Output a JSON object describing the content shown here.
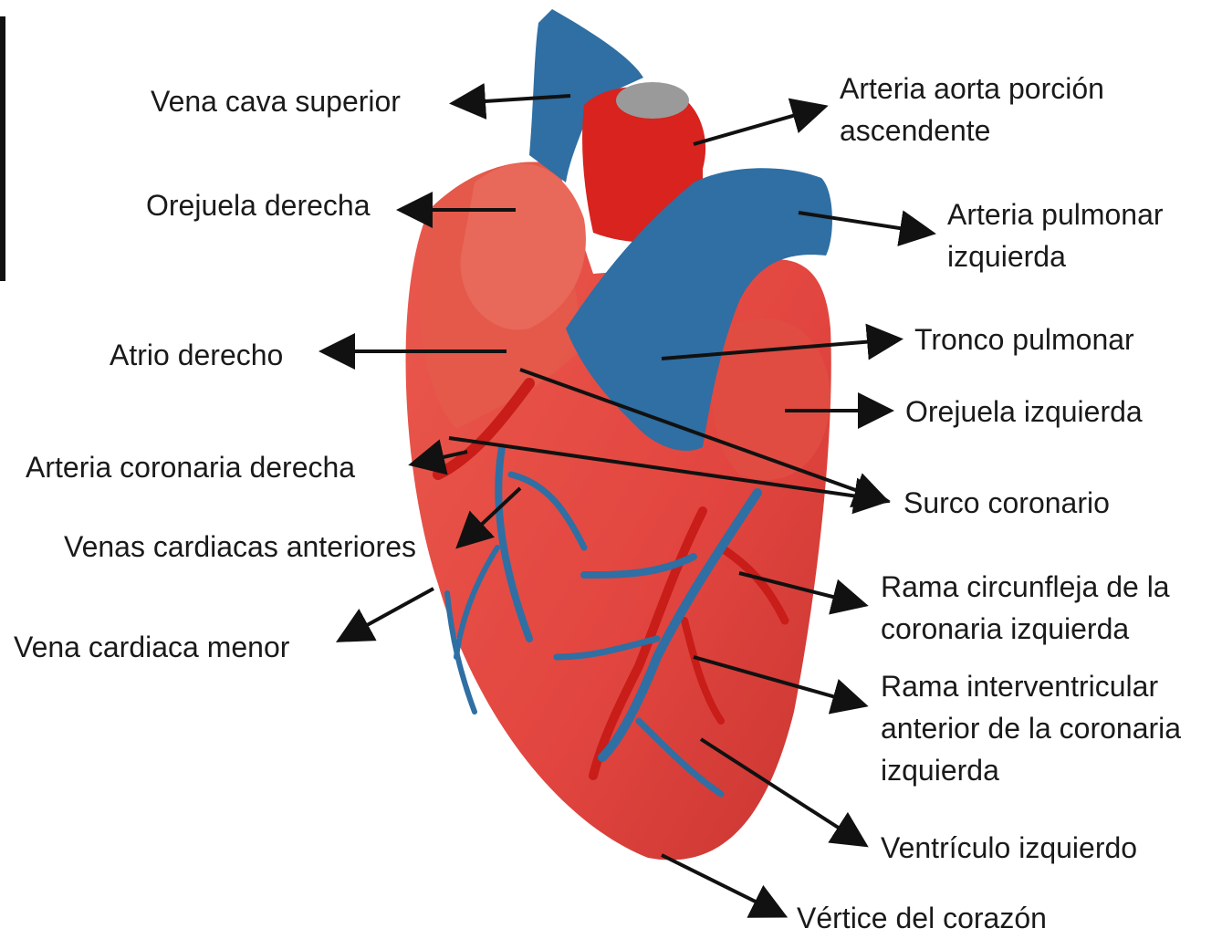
{
  "colors": {
    "myocardium": "#e2453f",
    "myocardium_shadow": "#b92f2c",
    "vein_blue": "#2f6fa3",
    "artery_red": "#d8231e",
    "arrow": "#111111",
    "text": "#1a1a1a"
  },
  "labels": {
    "vena_cava_superior": "Vena cava superior",
    "orejuela_derecha": "Orejuela derecha",
    "atrio_derecho": "Atrio derecho",
    "arteria_coronaria_derecha": "Arteria coronaria derecha",
    "venas_cardiacas_anteriores": "Venas cardiacas anteriores",
    "vena_cardiaca_menor": "Vena cardiaca menor",
    "aorta": [
      "Arteria aorta porción",
      "ascendente"
    ],
    "arteria_pulmonar_izquierda": [
      "Arteria pulmonar",
      "izquierda"
    ],
    "tronco_pulmonar": "Tronco pulmonar",
    "orejuela_izquierda": "Orejuela izquierda",
    "surco_coronario": "Surco coronario",
    "rama_circunfleja": [
      "Rama circunfleja de la",
      "coronaria izquierda"
    ],
    "rama_interventricular": [
      "Rama interventricular",
      "anterior de la coronaria",
      "izquierda"
    ],
    "ventriculo_izquierdo": "Ventrículo izquierdo",
    "vertice": "Vértice del corazón"
  }
}
